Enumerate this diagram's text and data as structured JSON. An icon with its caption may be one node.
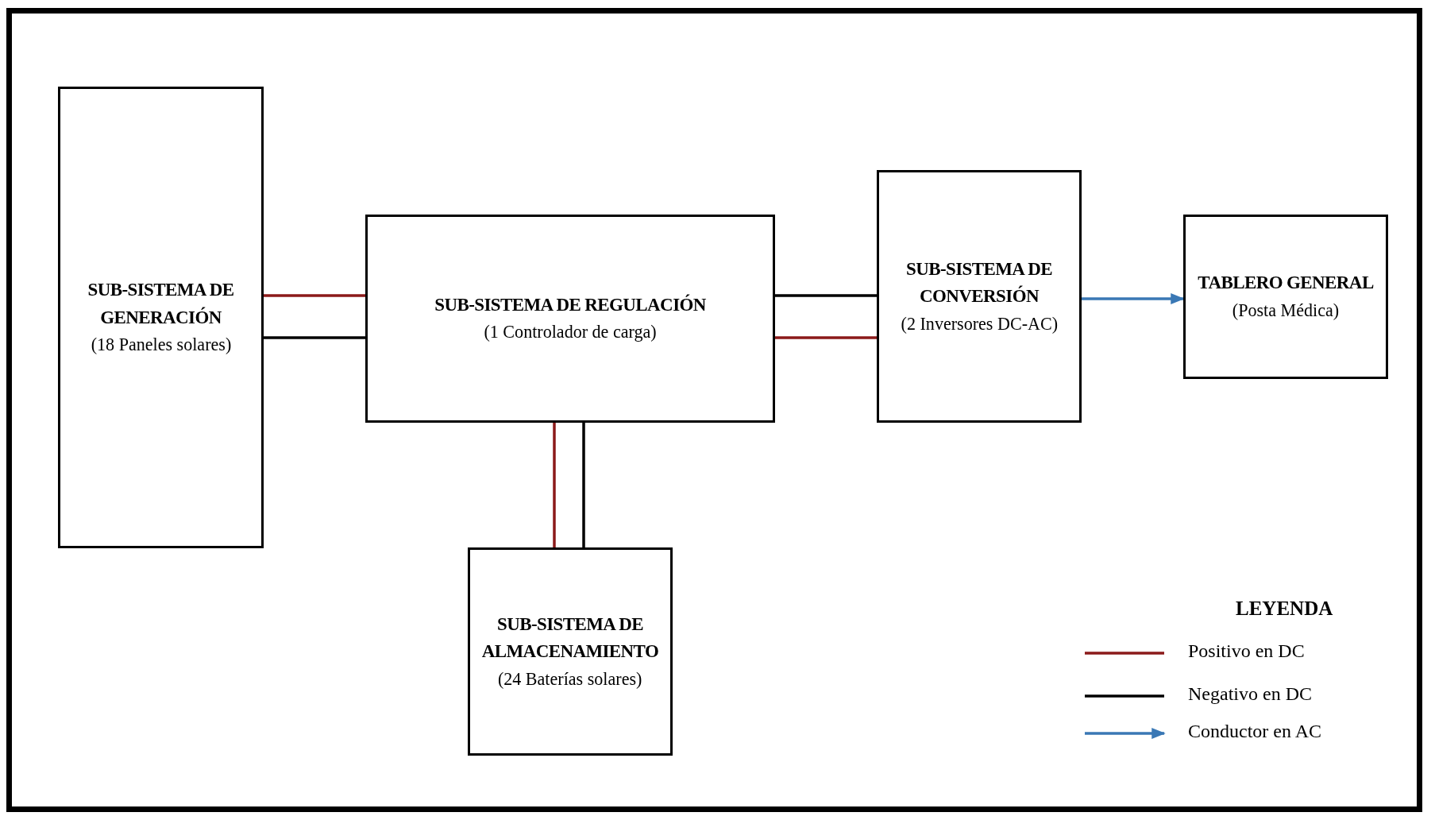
{
  "diagram": {
    "nodes": [
      {
        "text": [
          "SUB-SISTEMA DE GENERACIÓN",
          "(18 Paneles solares)"
        ]
      },
      {
        "text": [
          "SUB-SISTEMA DE REGULACIÓN",
          "(1 Controlador de carga)"
        ]
      },
      {
        "text": [
          "SUB-SISTEMA DE CONVERSIÓN",
          "(2 Inversores DC-AC)"
        ]
      },
      {
        "text": [
          "TABLERO GENERAL",
          "(Posta Médica)"
        ]
      },
      {
        "text": [
          "SUB-SISTEMA DE ALMACENAMIENTO",
          "(24 Baterías solares)"
        ]
      }
    ],
    "edges": [
      {
        "from": 0,
        "to": 1,
        "arrow": "none",
        "color": "#8b1a1a"
      },
      {
        "from": 0,
        "to": 1,
        "arrow": "none",
        "color": "#000000"
      },
      {
        "from": 1,
        "to": 2,
        "arrow": "none",
        "color": "#000000"
      },
      {
        "from": 1,
        "to": 2,
        "arrow": "none",
        "color": "#8b1a1a"
      },
      {
        "from": 1,
        "to": 4,
        "arrow": "none",
        "color": "#8b1a1a"
      },
      {
        "from": 1,
        "to": 4,
        "arrow": "none",
        "color": "#000000"
      },
      {
        "from": 2,
        "to": 3,
        "arrow": "to",
        "color": "#3a78b5"
      }
    ],
    "labels": [
      "LEYENDA"
    ],
    "legend": [
      {
        "text": "Positivo en DC"
      },
      {
        "text": "Negativo en DC"
      },
      {
        "text": "Conductor en AC"
      }
    ]
  }
}
